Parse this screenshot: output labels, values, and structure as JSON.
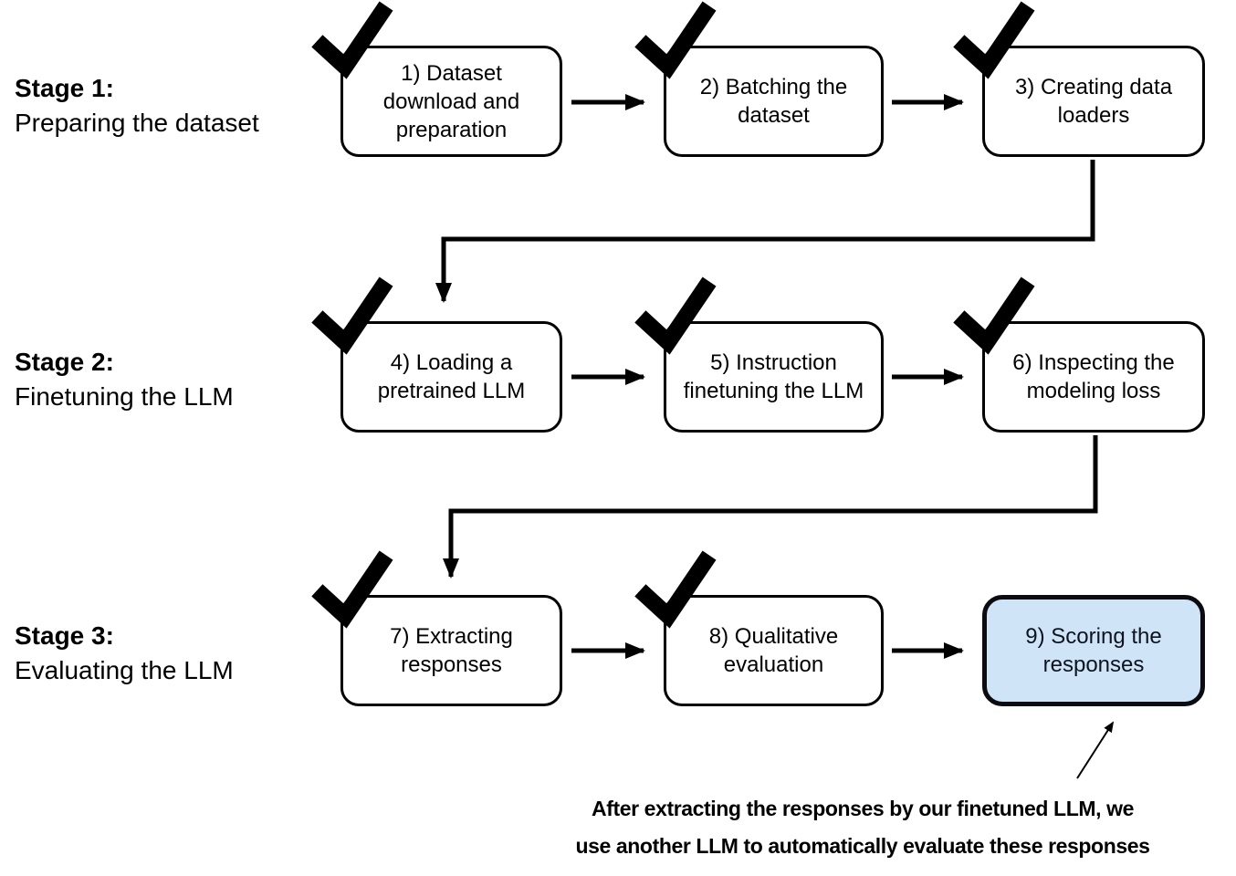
{
  "stages": [
    {
      "title": "Stage 1:",
      "subtitle": "Preparing the dataset"
    },
    {
      "title": "Stage 2:",
      "subtitle": "Finetuning the LLM"
    },
    {
      "title": "Stage 3:",
      "subtitle": "Evaluating the LLM"
    }
  ],
  "boxes": [
    {
      "label": "1) Dataset download and preparation",
      "checked": true
    },
    {
      "label": "2) Batching the dataset",
      "checked": true
    },
    {
      "label": "3) Creating data loaders",
      "checked": true
    },
    {
      "label": "4) Loading a pretrained LLM",
      "checked": true
    },
    {
      "label": "5) Instruction finetuning the LLM",
      "checked": true
    },
    {
      "label": "6) Inspecting the modeling loss",
      "checked": true
    },
    {
      "label": "7) Extracting responses",
      "checked": true
    },
    {
      "label": "8) Qualitative evaluation",
      "checked": true
    },
    {
      "label": "9) Scoring the responses",
      "checked": false,
      "highlighted": true
    }
  ],
  "annotation": {
    "line1": "After extracting the responses by our finetuned LLM, we",
    "line2": "use another LLM to automatically evaluate these responses"
  },
  "colors": {
    "box_border": "#000000",
    "highlight_fill": "#cfe4f7",
    "highlight_border": "#0b0b10",
    "line_color": "#000000"
  }
}
